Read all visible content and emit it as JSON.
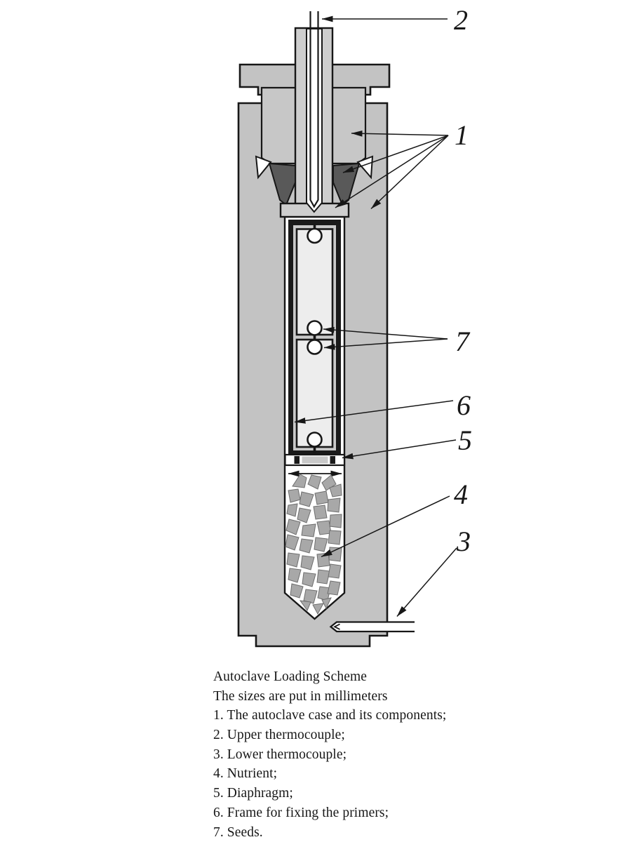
{
  "diagram": {
    "title_semantic": "Autoclave cross-section diagram",
    "part_labels": {
      "n1": "1",
      "n2": "2",
      "n3": "3",
      "n4": "4",
      "n5": "5",
      "n6": "6",
      "n7": "7"
    },
    "colors": {
      "case": "#c3c3c3",
      "block": "#c7c7c7",
      "plug": "#cecece",
      "seal": "#595959",
      "frame": "#1a1a1a",
      "gap_gray": "#c9c9c9",
      "cell": "#ededed",
      "chunk": "#a8a8a8",
      "outline": "#171717",
      "white": "#ffffff"
    }
  },
  "caption": {
    "title": "Autoclave Loading Scheme",
    "subtitle": "The sizes are put in millimeters",
    "items": [
      "1. The autoclave case and its components;",
      "2. Upper thermocouple;",
      "3. Lower thermocouple;",
      "4. Nutrient;",
      "5. Diaphragm;",
      "6. Frame for fixing the primers;",
      "7. Seeds."
    ]
  }
}
